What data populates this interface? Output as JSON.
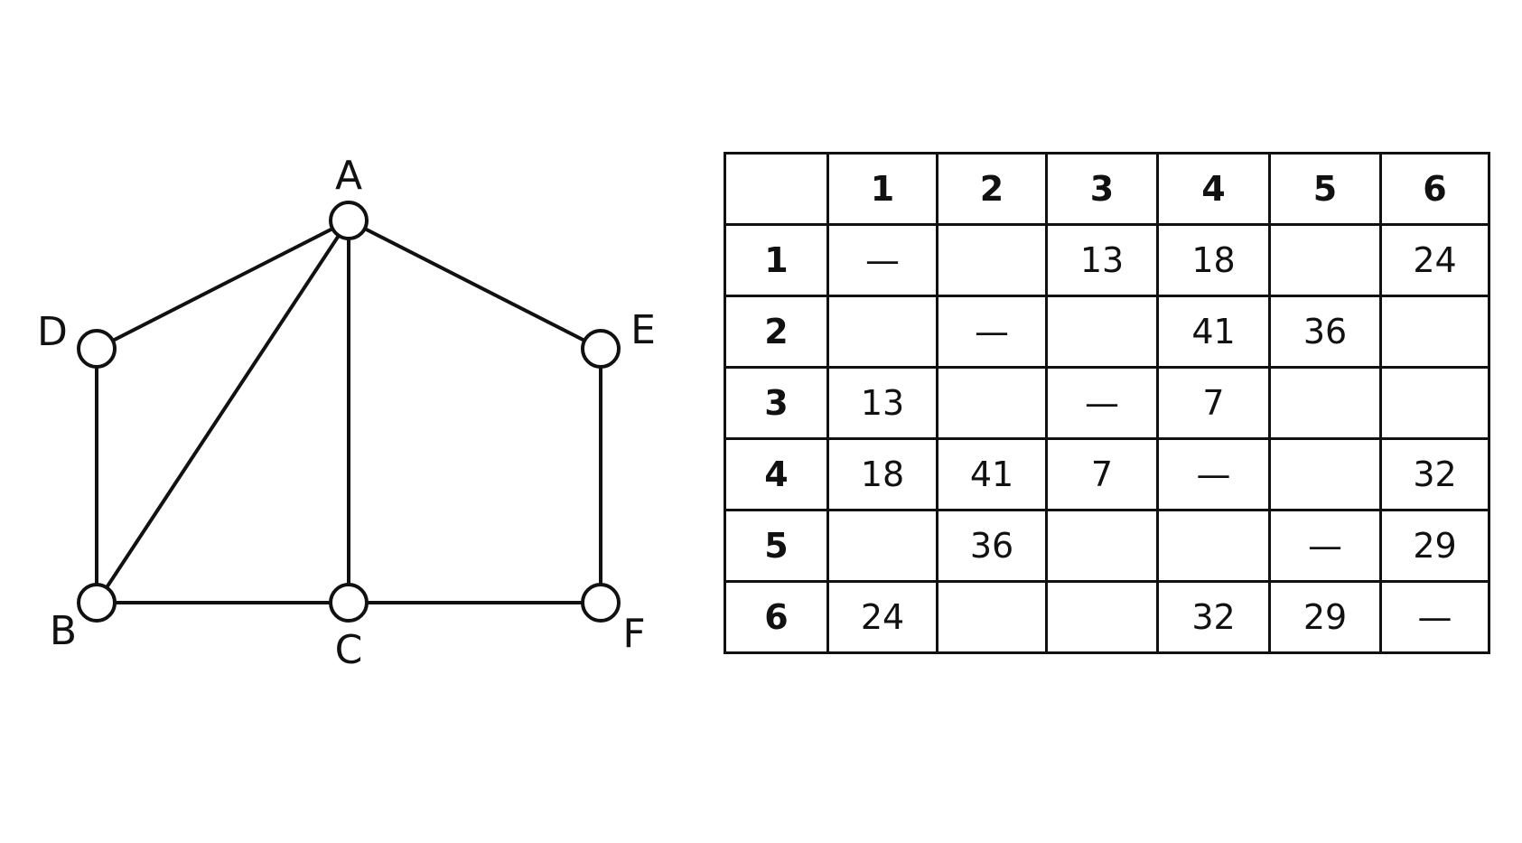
{
  "graph": {
    "nodes": [
      {
        "id": "A",
        "label": "A"
      },
      {
        "id": "B",
        "label": "B"
      },
      {
        "id": "C",
        "label": "C"
      },
      {
        "id": "D",
        "label": "D"
      },
      {
        "id": "E",
        "label": "E"
      },
      {
        "id": "F",
        "label": "F"
      }
    ],
    "edges": [
      [
        "A",
        "D"
      ],
      [
        "A",
        "B"
      ],
      [
        "A",
        "C"
      ],
      [
        "A",
        "E"
      ],
      [
        "D",
        "B"
      ],
      [
        "B",
        "C"
      ],
      [
        "C",
        "F"
      ],
      [
        "E",
        "F"
      ]
    ]
  },
  "matrix": {
    "corner": "",
    "columns": [
      "1",
      "2",
      "3",
      "4",
      "5",
      "6"
    ],
    "rows": [
      {
        "label": "1",
        "cells": [
          "—",
          "",
          "13",
          "18",
          "",
          "24"
        ]
      },
      {
        "label": "2",
        "cells": [
          "",
          "—",
          "",
          "41",
          "36",
          ""
        ]
      },
      {
        "label": "3",
        "cells": [
          "13",
          "",
          "—",
          "7",
          "",
          ""
        ]
      },
      {
        "label": "4",
        "cells": [
          "18",
          "41",
          "7",
          "—",
          "",
          "32"
        ]
      },
      {
        "label": "5",
        "cells": [
          "",
          "36",
          "",
          "",
          "—",
          "29"
        ]
      },
      {
        "label": "6",
        "cells": [
          "24",
          "",
          "",
          "32",
          "29",
          "—"
        ]
      }
    ]
  }
}
